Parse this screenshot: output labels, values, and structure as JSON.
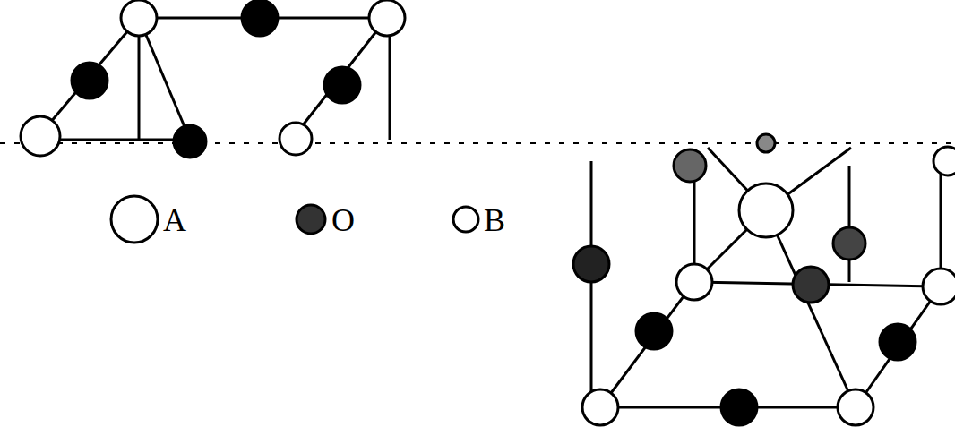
{
  "diagram": {
    "legend": [
      {
        "text": "A"
      },
      {
        "text": "O"
      },
      {
        "text": "B"
      }
    ]
  }
}
